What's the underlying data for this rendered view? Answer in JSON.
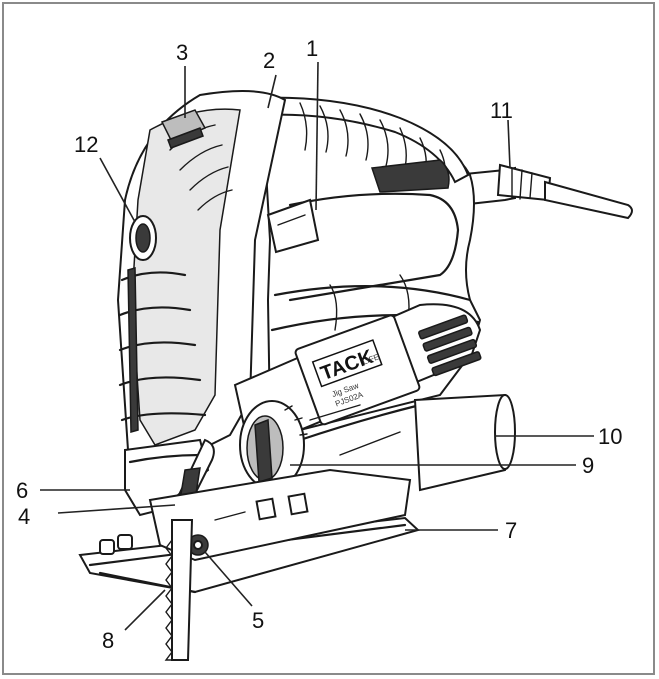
{
  "logo": {
    "brand_main": "TACK",
    "brand_suffix": "LIFE",
    "line1": "Jig Saw",
    "line2": "PJS02A"
  },
  "callouts": [
    {
      "id": "1",
      "label": "1"
    },
    {
      "id": "2",
      "label": "2"
    },
    {
      "id": "3",
      "label": "3"
    },
    {
      "id": "4",
      "label": "4"
    },
    {
      "id": "5",
      "label": "5"
    },
    {
      "id": "6",
      "label": "6"
    },
    {
      "id": "7",
      "label": "7"
    },
    {
      "id": "8",
      "label": "8"
    },
    {
      "id": "9",
      "label": "9"
    },
    {
      "id": "10",
      "label": "10"
    },
    {
      "id": "11",
      "label": "11"
    },
    {
      "id": "12",
      "label": "12"
    }
  ]
}
